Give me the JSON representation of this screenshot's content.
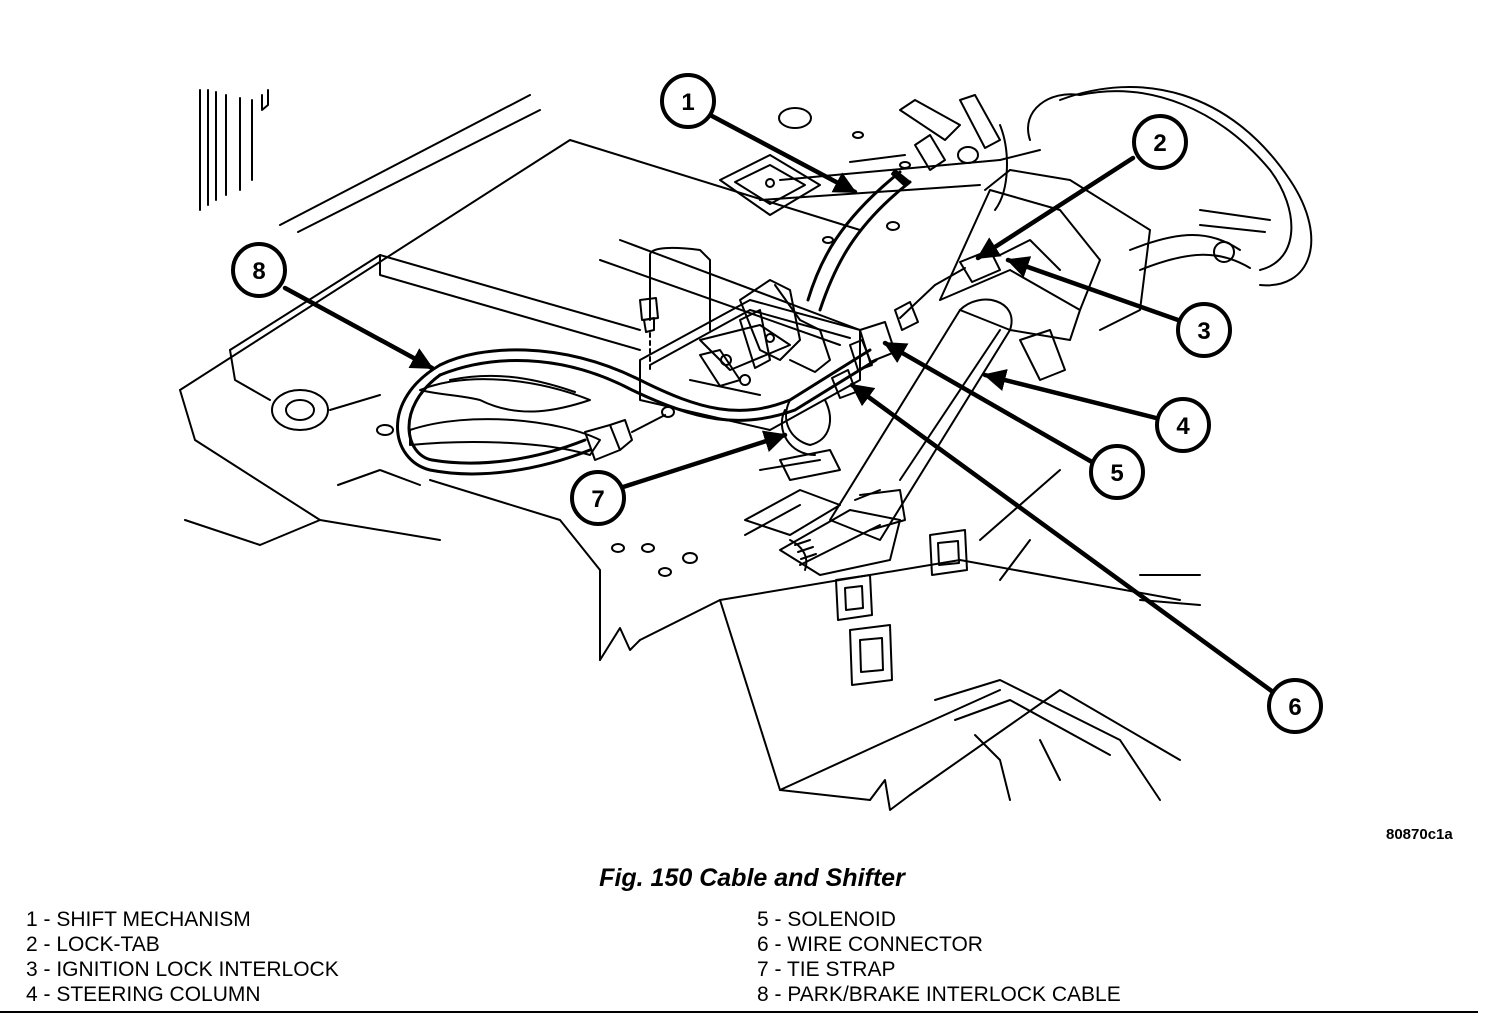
{
  "figure": {
    "code": "80870c1a",
    "title": "Fig. 150 Cable and Shifter"
  },
  "callouts": [
    "1",
    "2",
    "3",
    "4",
    "5",
    "6",
    "7",
    "8"
  ],
  "legend": {
    "left": [
      "1 - SHIFT MECHANISM",
      "2 - LOCK-TAB",
      "3 - IGNITION LOCK INTERLOCK",
      "4 - STEERING COLUMN"
    ],
    "right": [
      "5 - SOLENOID",
      "6 - WIRE CONNECTOR",
      "7 - TIE STRAP",
      "8 - PARK/BRAKE INTERLOCK CABLE"
    ]
  }
}
